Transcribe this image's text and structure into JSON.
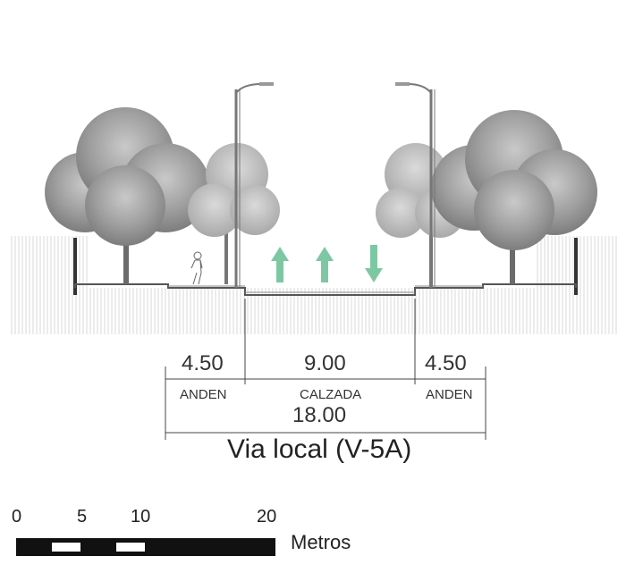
{
  "section": {
    "title": "Via local (V-5A)",
    "total_width": "18.00",
    "segments": [
      {
        "width": "4.50",
        "label": "ANDEN"
      },
      {
        "width": "9.00",
        "label": "CALZADA"
      },
      {
        "width": "4.50",
        "label": "ANDEN"
      }
    ],
    "lane_arrows": [
      "up",
      "up",
      "down"
    ],
    "arrow_color": "#7dc8a3"
  },
  "scale_bar": {
    "ticks": [
      "0",
      "5",
      "10",
      "20"
    ],
    "unit_label": "Metros"
  },
  "colors": {
    "tree_foliage": "#9b9b9b",
    "ground_hatch": "#d7d7d7",
    "line": "#333333"
  }
}
